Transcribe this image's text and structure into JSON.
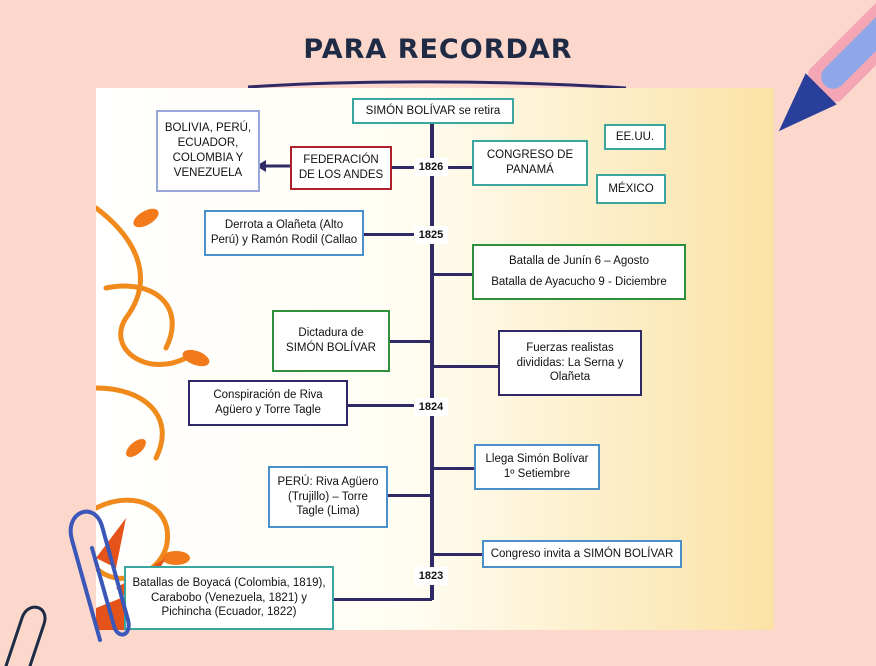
{
  "title": "PARA RECORDAR",
  "top_box": "SIMÓN BOLÍVAR se retira",
  "years": {
    "y1826": "1826",
    "y1825": "1825",
    "y1824": "1824",
    "y1823": "1823"
  },
  "boxes": {
    "paises": "BOLIVIA, PERÚ, ECUADOR, COLOMBIA Y VENEZUELA",
    "federacion": "FEDERACIÓN DE LOS ANDES",
    "congreso_panama": "CONGRESO DE PANAMÁ",
    "eeuu": "EE.UU.",
    "mexico": "MÉXICO",
    "derrota": "Derrota a Olañeta (Alto Perú) y Ramón Rodil (Callao",
    "batalla_junin": "Batalla de Junín 6 – Agosto",
    "batalla_ayacucho": "Batalla de Ayacucho 9 - Diciembre",
    "dictadura": "Dictadura de SIMÓN BOLÍVAR",
    "fuerzas": "Fuerzas realistas divididas: La Serna y Olañeta",
    "conspiracion": "Conspiración de Riva Agüero y Torre Tagle",
    "llega": "Llega Simón Bolívar 1º Setiembre",
    "peru": "PERÚ: Riva Agüero (Trujillo) – Torre Tagle (Lima)",
    "congreso_invita": "Congreso invita a SIMÓN BOLÍVAR",
    "batallas": "Batallas de Boyacá (Colombia, 1819), Carabobo (Venezuela, 1821) y Pichincha (Ecuador, 1822)"
  },
  "colors": {
    "background": "#fbd7cc",
    "spine": "#2f2a66",
    "green": "#2f8f3a",
    "blue": "#4b8fc9",
    "red": "#b0202a",
    "navy": "#2f2a66"
  },
  "icons": [
    "pencil-icon",
    "paperclip-icon",
    "floral-ornament"
  ]
}
